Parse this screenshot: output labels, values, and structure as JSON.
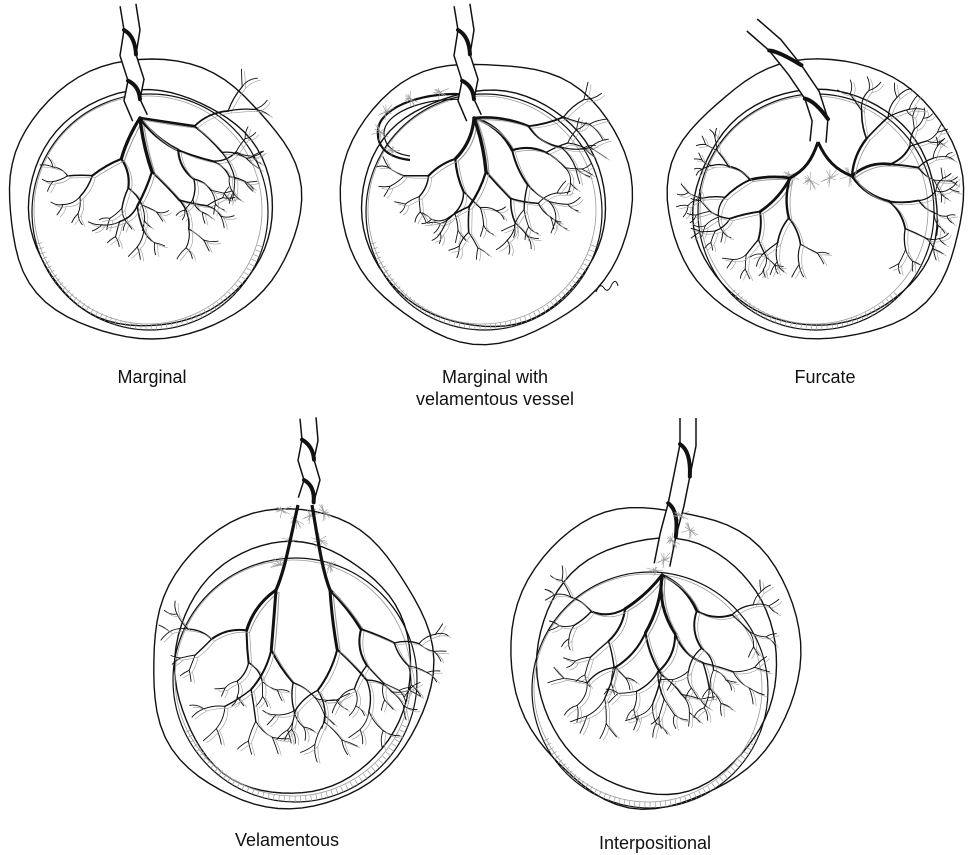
{
  "figure": {
    "panels": [
      {
        "key": "marginal",
        "label_lines": [
          "Marginal"
        ]
      },
      {
        "key": "marginal_velamentous",
        "label_lines": [
          "Marginal with",
          "velamentous vessel"
        ]
      },
      {
        "key": "furcate",
        "label_lines": [
          "Furcate"
        ]
      },
      {
        "key": "velamentous",
        "label_lines": [
          "Velamentous"
        ]
      },
      {
        "key": "interpositional",
        "label_lines": [
          "Interpositional"
        ]
      }
    ]
  },
  "colors": {
    "ink": "#111111",
    "vessel_light": "#9a9a9a",
    "background": "#ffffff"
  }
}
